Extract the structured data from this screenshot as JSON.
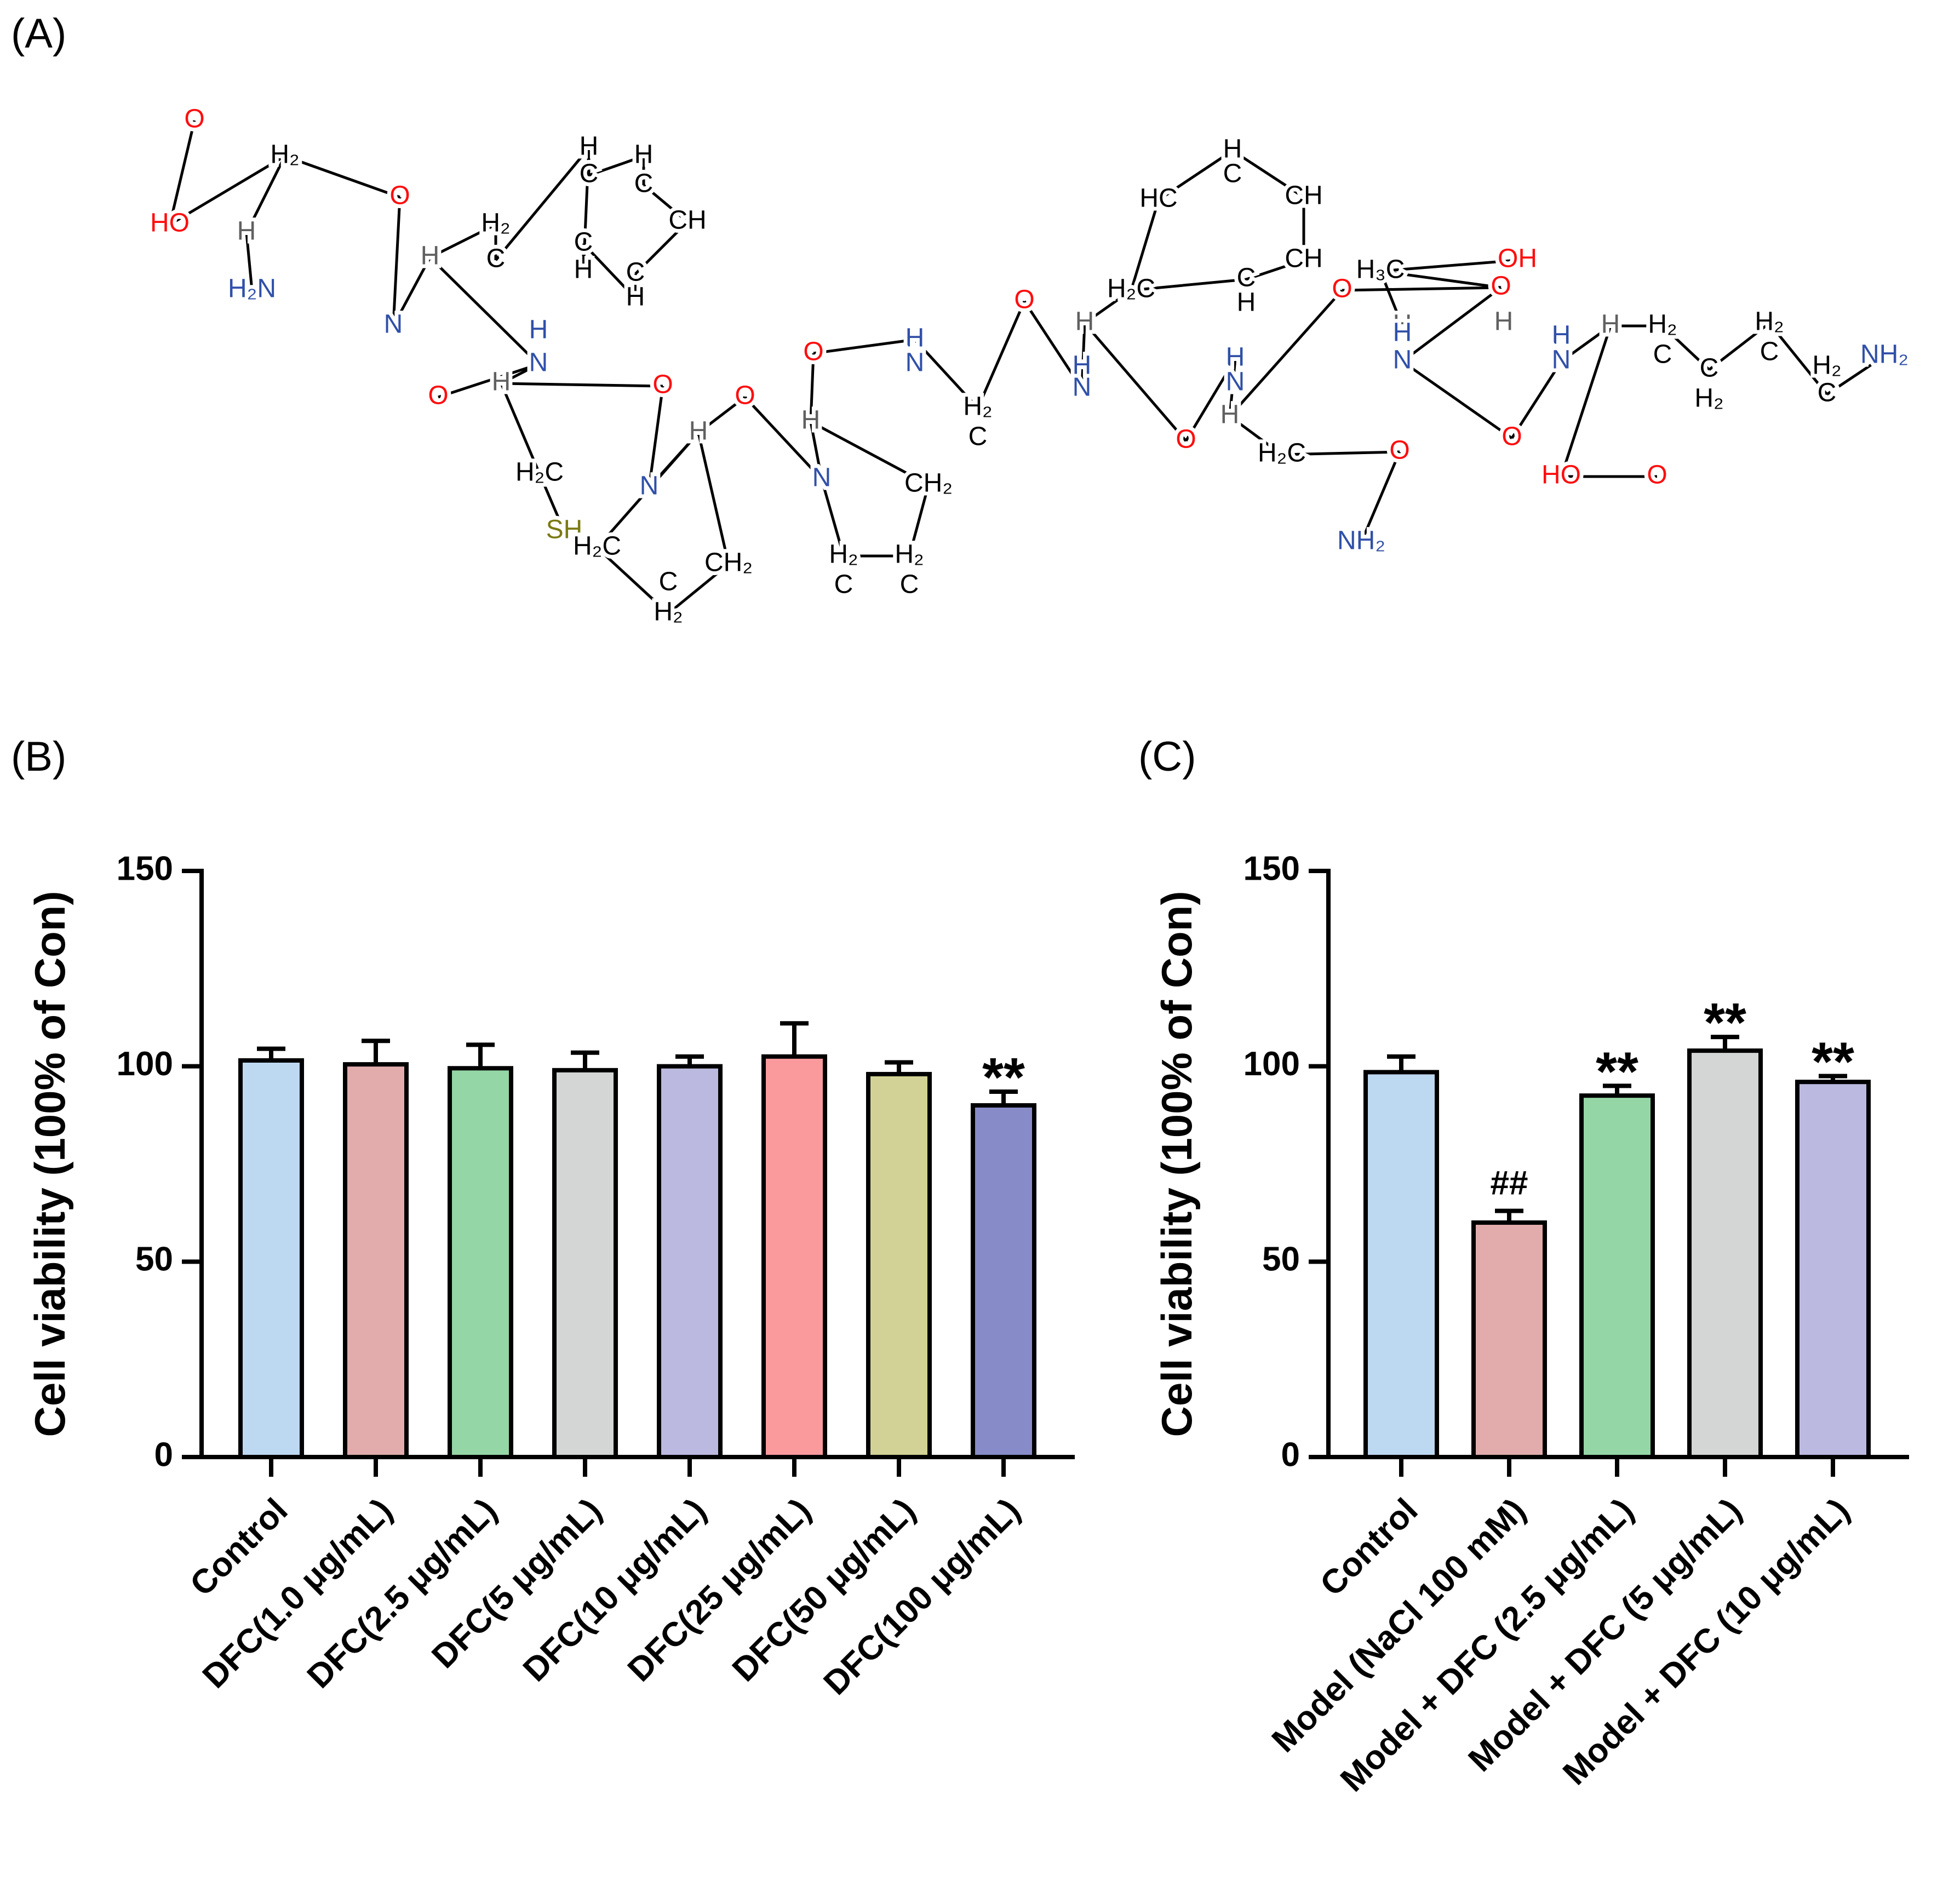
{
  "figure": {
    "panel_labels": [
      "(A)",
      "(B)",
      "(C)"
    ]
  },
  "structure": {
    "atom_colors": {
      "carbon": "#000000",
      "oxygen": "#ff0d0d",
      "nitrogen": "#3050a8",
      "sulfur": "#7a7a14",
      "hydrogen_stereo": "#606060"
    },
    "atoms": [
      {
        "label": "O",
        "color": "oxygen"
      },
      {
        "label": "HO",
        "color": "oxygen"
      },
      {
        "label": "H₂",
        "color": "carbon"
      },
      {
        "label": "H",
        "color": "hydrogen_stereo"
      },
      {
        "label": "H₂N",
        "color": "nitrogen"
      },
      {
        "label": "O",
        "color": "oxygen"
      },
      {
        "label": "N",
        "color": "nitrogen"
      },
      {
        "label": "H",
        "color": "hydrogen_stereo"
      },
      {
        "label": "H₂",
        "color": "carbon"
      },
      {
        "label": "C",
        "color": "carbon"
      },
      {
        "label": "H",
        "color": "carbon"
      },
      {
        "label": "C",
        "color": "carbon"
      },
      {
        "label": "H",
        "color": "carbon"
      },
      {
        "label": "C",
        "color": "carbon"
      },
      {
        "label": "CH",
        "color": "carbon"
      },
      {
        "label": "C",
        "color": "carbon"
      },
      {
        "label": "H",
        "color": "carbon"
      },
      {
        "label": "C",
        "color": "carbon"
      },
      {
        "label": "H",
        "color": "carbon"
      },
      {
        "label": "N",
        "color": "nitrogen"
      },
      {
        "label": "H",
        "color": "nitrogen"
      },
      {
        "label": "O",
        "color": "oxygen"
      },
      {
        "label": "H",
        "color": "hydrogen_stereo"
      },
      {
        "label": "H₂C",
        "color": "carbon"
      },
      {
        "label": "SH",
        "color": "sulfur"
      },
      {
        "label": "O",
        "color": "oxygen"
      },
      {
        "label": "N",
        "color": "nitrogen"
      },
      {
        "label": "H",
        "color": "hydrogen_stereo"
      },
      {
        "label": "H₂C",
        "color": "carbon"
      },
      {
        "label": "CH₂",
        "color": "carbon"
      },
      {
        "label": "H₂",
        "color": "carbon"
      },
      {
        "label": "C",
        "color": "carbon"
      },
      {
        "label": "O",
        "color": "oxygen"
      },
      {
        "label": "N",
        "color": "nitrogen"
      },
      {
        "label": "H",
        "color": "hydrogen_stereo"
      },
      {
        "label": "CH₂",
        "color": "carbon"
      },
      {
        "label": "H₂",
        "color": "carbon"
      },
      {
        "label": "H₂",
        "color": "carbon"
      },
      {
        "label": "C",
        "color": "carbon"
      },
      {
        "label": "C",
        "color": "carbon"
      },
      {
        "label": "O",
        "color": "oxygen"
      },
      {
        "label": "H",
        "color": "nitrogen"
      },
      {
        "label": "N",
        "color": "nitrogen"
      },
      {
        "label": "H₂",
        "color": "carbon"
      },
      {
        "label": "C",
        "color": "carbon"
      },
      {
        "label": "O",
        "color": "oxygen"
      },
      {
        "label": "N",
        "color": "nitrogen"
      },
      {
        "label": "H",
        "color": "nitrogen"
      },
      {
        "label": "H",
        "color": "hydrogen_stereo"
      },
      {
        "label": "H₂C",
        "color": "carbon"
      },
      {
        "label": "HC",
        "color": "carbon"
      },
      {
        "label": "H",
        "color": "carbon"
      },
      {
        "label": "C",
        "color": "carbon"
      },
      {
        "label": "CH",
        "color": "carbon"
      },
      {
        "label": "CH",
        "color": "carbon"
      },
      {
        "label": "C",
        "color": "carbon"
      },
      {
        "label": "H",
        "color": "carbon"
      },
      {
        "label": "O",
        "color": "oxygen"
      },
      {
        "label": "H",
        "color": "nitrogen"
      },
      {
        "label": "N",
        "color": "nitrogen"
      },
      {
        "label": "H",
        "color": "hydrogen_stereo"
      },
      {
        "label": "H₂C",
        "color": "carbon"
      },
      {
        "label": "O",
        "color": "oxygen"
      },
      {
        "label": "NH₂",
        "color": "nitrogen"
      },
      {
        "label": "O",
        "color": "oxygen"
      },
      {
        "label": "O",
        "color": "oxygen"
      },
      {
        "label": "H₃C",
        "color": "carbon"
      },
      {
        "label": "OH",
        "color": "oxygen"
      },
      {
        "label": "H",
        "color": "hydrogen_stereo"
      },
      {
        "label": "H",
        "color": "hydrogen_stereo"
      },
      {
        "label": "N",
        "color": "nitrogen"
      },
      {
        "label": "H",
        "color": "nitrogen"
      },
      {
        "label": "H",
        "color": "nitrogen"
      },
      {
        "label": "N",
        "color": "nitrogen"
      },
      {
        "label": "O",
        "color": "oxygen"
      },
      {
        "label": "H",
        "color": "hydrogen_stereo"
      },
      {
        "label": "H₂",
        "color": "carbon"
      },
      {
        "label": "C",
        "color": "carbon"
      },
      {
        "label": "C",
        "color": "carbon"
      },
      {
        "label": "H₂",
        "color": "carbon"
      },
      {
        "label": "H₂",
        "color": "carbon"
      },
      {
        "label": "C",
        "color": "carbon"
      },
      {
        "label": "C",
        "color": "carbon"
      },
      {
        "label": "H₂",
        "color": "carbon"
      },
      {
        "label": "NH₂",
        "color": "nitrogen"
      },
      {
        "label": "HO",
        "color": "oxygen"
      },
      {
        "label": "O",
        "color": "oxygen"
      }
    ]
  },
  "chart_data": [
    {
      "panel": "(B)",
      "type": "bar",
      "title": "",
      "xlabel": "",
      "ylabel": "Cell viability (100% of Con)",
      "ylim": [
        0,
        150
      ],
      "yticks": [
        0,
        50,
        100,
        150
      ],
      "grid": false,
      "categories": [
        "Control",
        "DFC(1.0 μg/mL)",
        "DFC(2.5 μg/mL)",
        "DFC(5 μg/mL)",
        "DFC(10 μg/mL)",
        "DFC(25 μg/mL)",
        "DFC(50 μg/mL)",
        "DFC(100 μg/mL)"
      ],
      "values": [
        101.5,
        100.5,
        99.5,
        99,
        100,
        102.5,
        98,
        90
      ],
      "errors": [
        3,
        6,
        6,
        4.5,
        2.5,
        8.5,
        3,
        3.5
      ],
      "colors": [
        "#bdd8f1",
        "#e2acac",
        "#95d6a6",
        "#d4d6d5",
        "#bcb9e0",
        "#fa9a9c",
        "#d2d296",
        "#878cc8"
      ],
      "annotations": [
        "",
        "",
        "",
        "",
        "",
        "",
        "",
        "**"
      ]
    },
    {
      "panel": "(C)",
      "type": "bar",
      "title": "",
      "xlabel": "",
      "ylabel": "Cell viability (100% of Con)",
      "ylim": [
        0,
        150
      ],
      "yticks": [
        0,
        50,
        100,
        150
      ],
      "grid": false,
      "categories": [
        "Control",
        "Model (NaCl 100 mM)",
        "Model + DFC (2.5 μg/mL)",
        "Model + DFC (5 μg/mL)",
        "Model + DFC (10 μg/mL)"
      ],
      "values": [
        98.5,
        60,
        92.5,
        104,
        96
      ],
      "errors": [
        4,
        3,
        2.5,
        3.5,
        1.5
      ],
      "colors": [
        "#bdd8f1",
        "#e2acac",
        "#95d6a6",
        "#d4d6d5",
        "#bcb9e0"
      ],
      "annotations": [
        "",
        "##",
        "**",
        "**",
        "**"
      ]
    }
  ]
}
